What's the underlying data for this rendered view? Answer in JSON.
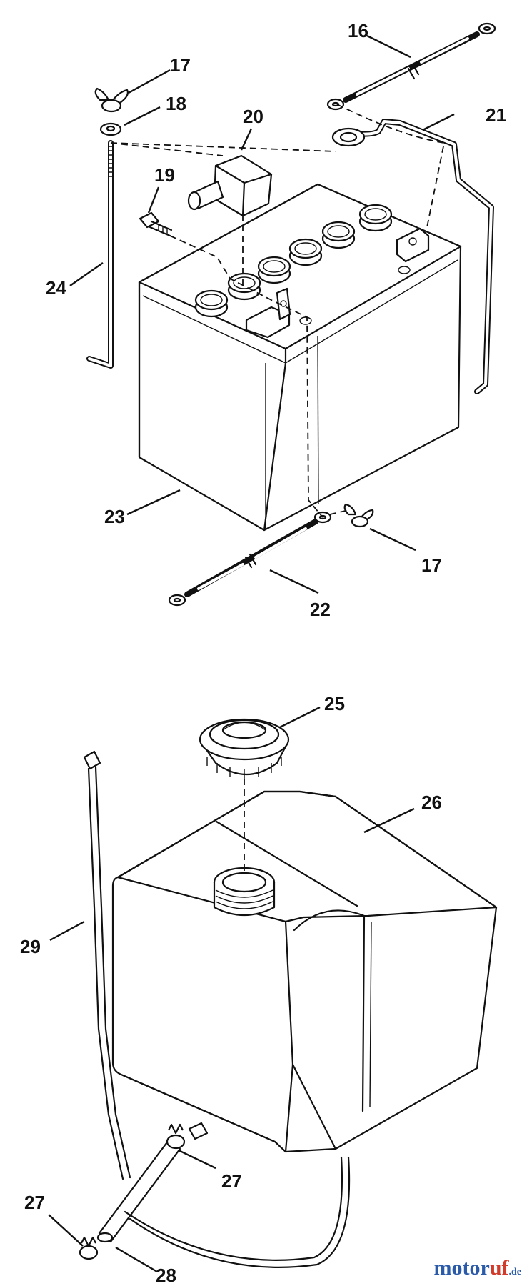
{
  "callouts": {
    "c16": "16",
    "c17a": "17",
    "c18": "18",
    "c19": "19",
    "c20": "20",
    "c21": "21",
    "c22": "22",
    "c23": "23",
    "c24": "24",
    "c17b": "17",
    "c25": "25",
    "c26": "26",
    "c27a": "27",
    "c27b": "27",
    "c28": "28",
    "c29": "29"
  },
  "watermark": {
    "part1": "motor",
    "part2": "uf",
    "part3": ".de"
  }
}
